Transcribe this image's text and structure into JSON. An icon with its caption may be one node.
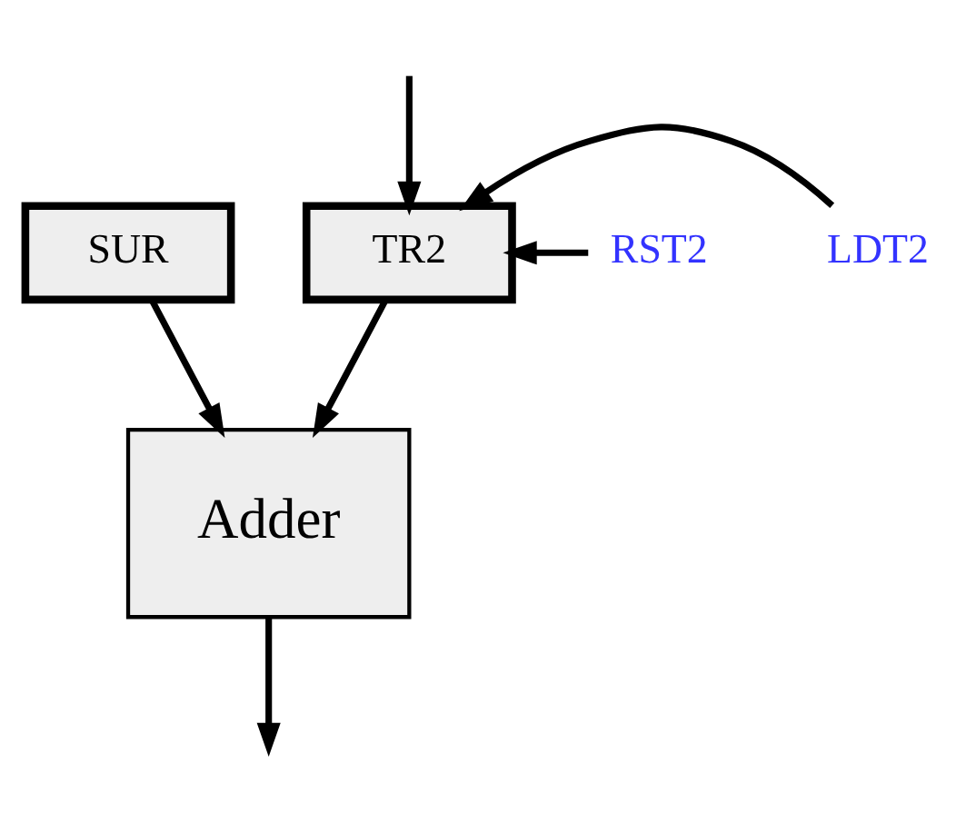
{
  "diagram": {
    "nodes": [
      {
        "text": [
          "SUR"
        ]
      },
      {
        "text": [
          "TR2"
        ]
      },
      {
        "text": [
          "RST2"
        ]
      },
      {
        "text": [
          "LDT2"
        ]
      },
      {
        "text": [
          "Adder"
        ]
      }
    ],
    "edges": [
      {
        "from": 0,
        "to": 4,
        "arrow": "to"
      },
      {
        "from": 1,
        "to": 4,
        "arrow": "to"
      },
      {
        "from": 2,
        "to": 1,
        "arrow": "to"
      },
      {
        "from": 3,
        "to": 1,
        "arrow": "to"
      },
      {
        "from": 4,
        "to": null,
        "arrow": "to"
      },
      {
        "from": null,
        "to": 1,
        "arrow": "to"
      }
    ]
  }
}
